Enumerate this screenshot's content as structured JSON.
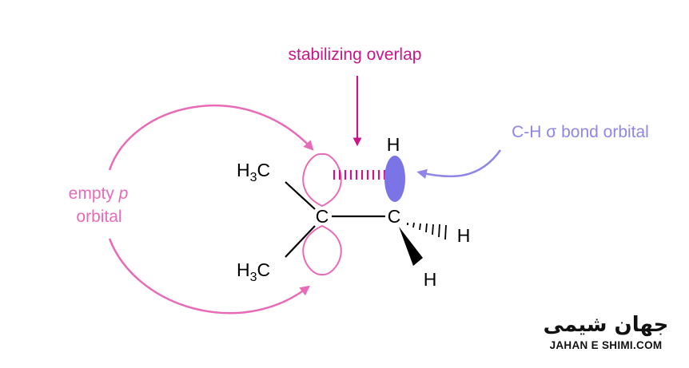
{
  "labels": {
    "stabilizing": "stabilizing overlap",
    "ch_orbital": "C-H σ bond orbital",
    "empty_p_line1_word": "empty ",
    "empty_p_line1_italic": "p",
    "empty_p_line2": "orbital"
  },
  "atoms": {
    "c_left": "C",
    "c_right": "C",
    "h_top": "H",
    "h_right": "H",
    "h_bottom": "H",
    "methyl": {
      "h": "H",
      "sub": "3",
      "c": "C"
    }
  },
  "logo": {
    "brand": "جهان شیمی",
    "url": "JAHAN E SHIMI.COM"
  },
  "colors": {
    "magenta": "#cc1489",
    "pink": "#e96bb7",
    "lavender": "#8f86e8",
    "orbital_fill": "#7b74e6",
    "black": "#000000"
  }
}
